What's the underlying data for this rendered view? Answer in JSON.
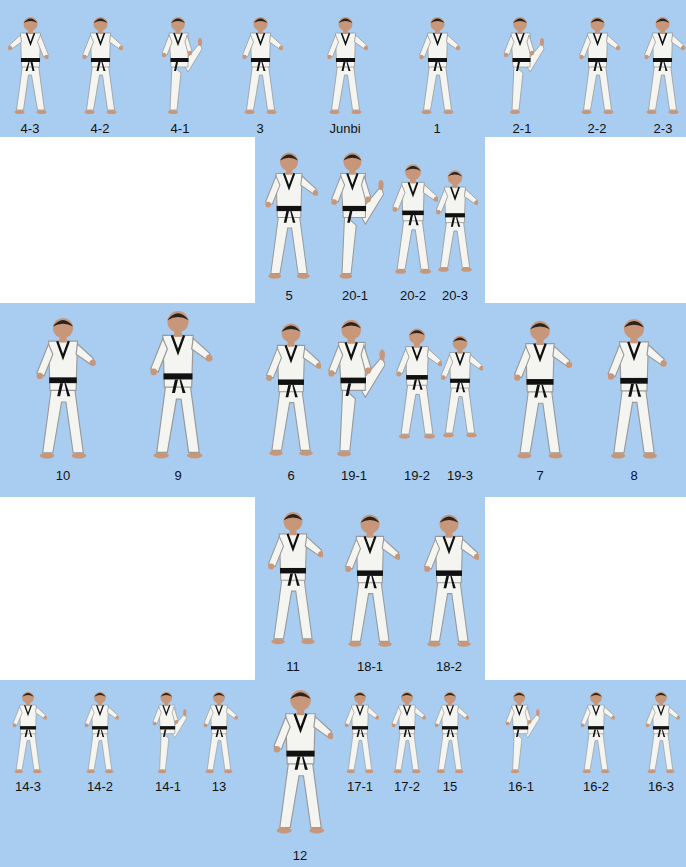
{
  "diagram": {
    "labels": [
      "4-3",
      "4-2",
      "4-1",
      "3",
      "Junbi",
      "1",
      "2-1",
      "2-2",
      "2-3",
      "5",
      "20-1",
      "20-2",
      "20-3",
      "10",
      "9",
      "6",
      "19-1",
      "19-2",
      "19-3",
      "7",
      "8",
      "11",
      "18-1",
      "18-2",
      "14-3",
      "14-2",
      "14-1",
      "13",
      "12",
      "17-1",
      "17-2",
      "15",
      "16-1",
      "16-2",
      "16-3"
    ]
  }
}
